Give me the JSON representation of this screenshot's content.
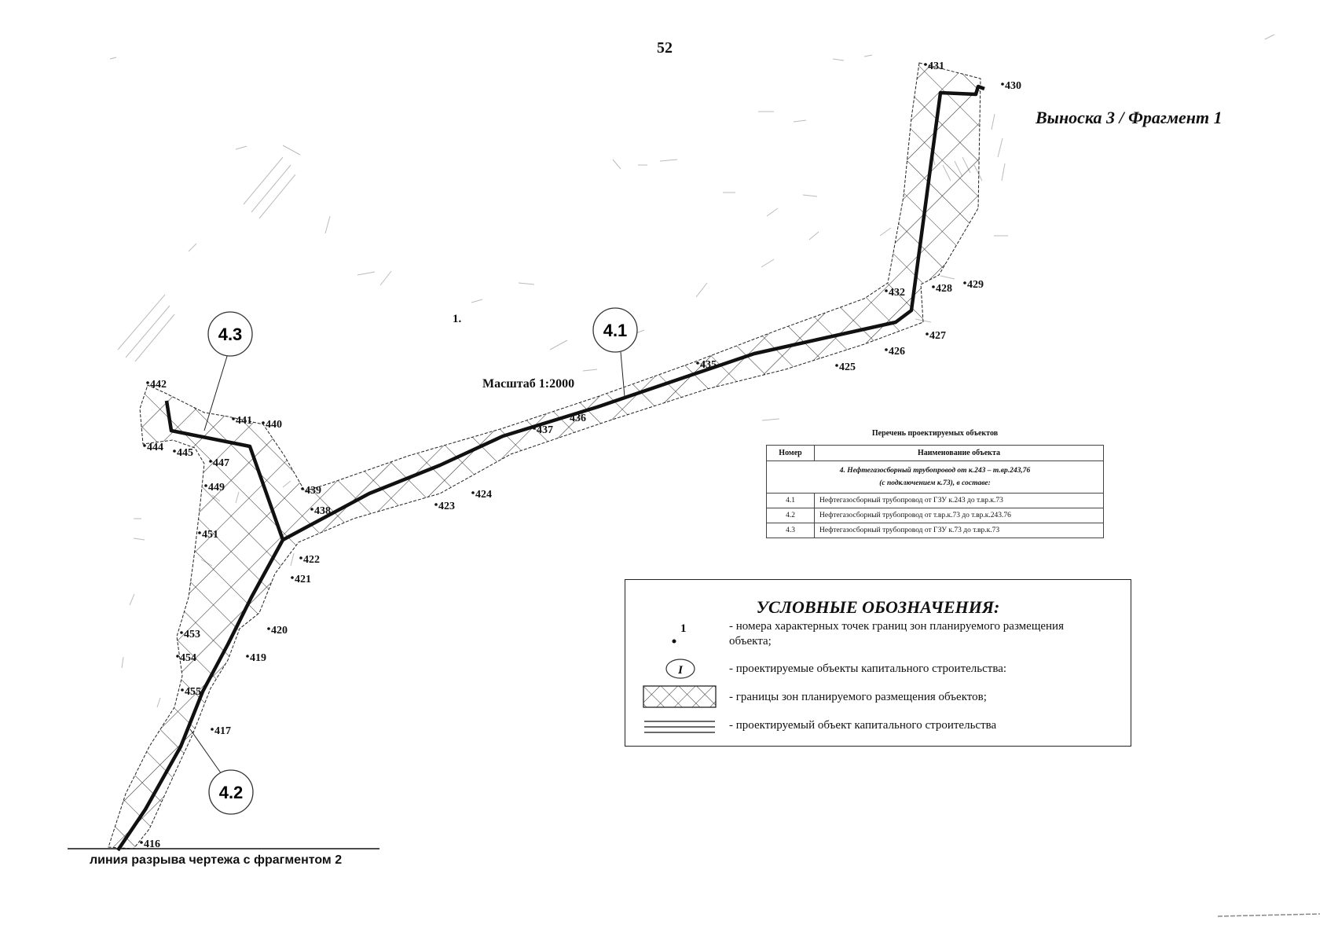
{
  "page_number": "52",
  "callout_title": "Выноска 3 / Фрагмент 1",
  "scale_label": "Масштаб 1:2000",
  "stray_label": "1.",
  "cut_line_label": "линия разрыва чертежа с фрагментом 2",
  "object_bubbles": [
    "4.1",
    "4.2",
    "4.3"
  ],
  "points": [
    "416",
    "417",
    "419",
    "420",
    "421",
    "422",
    "423",
    "424",
    "425",
    "426",
    "427",
    "428",
    "429",
    "430",
    "431",
    "432",
    "435",
    "436",
    "437",
    "438",
    "439",
    "440",
    "441",
    "442",
    "444",
    "445",
    "447",
    "449",
    "451",
    "453",
    "454",
    "455"
  ],
  "objects_table": {
    "title": "Перечень проектируемых объектов",
    "col_number": "Номер",
    "col_name": "Наименование объекта",
    "group_line1": "4. Нефтегазосборный трубопровод от к.243 – т.вр.243,76",
    "group_line2": "(с подключением к.73), в составе:",
    "rows": [
      {
        "number": "4.1",
        "name": "Нефтегазосборный трубопровод от ГЗУ к.243 до т.вр.к.73"
      },
      {
        "number": "4.2",
        "name": "Нефтегазосборный трубопровод от т.вр.к.73 до т.вр.к.243.76"
      },
      {
        "number": "4.3",
        "name": "Нефтегазосборный трубопровод от ГЗУ к.73 до т.вр.к.73"
      }
    ]
  },
  "legend": {
    "title": "УСЛОВНЫЕ ОБОЗНАЧЕНИЯ:",
    "point_symbol_label": "1",
    "object_symbol_label": "I",
    "items": [
      "- номера характерных точек границ зон планируемого размещения объекта;",
      "- проектируемые объекты капитального строительства:",
      "- границы зон планируемого размещения объектов;",
      "- проектируемый объект капитального строительства"
    ]
  },
  "colors": {
    "ink": "#111111",
    "hatch": "#333333",
    "background": "#ffffff"
  }
}
